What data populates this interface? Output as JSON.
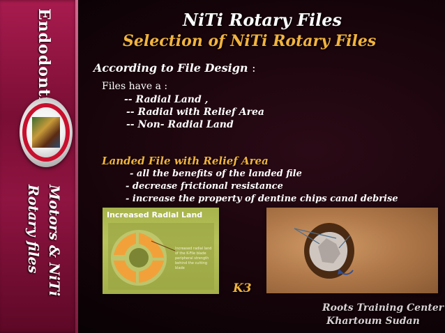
{
  "sidebar": {
    "top_label": "Endodontic",
    "bottom_label_1": "Motors & NiTi",
    "bottom_label_2": "Rotary files"
  },
  "header": {
    "title": "NiTi  Rotary  Files",
    "subtitle": "Selection of  NiTi  Rotary Files"
  },
  "body": {
    "design_heading": "According to File Design",
    "design_colon": ":",
    "files_have": "Files have  a   :",
    "items": [
      "--  Radial Land ,",
      "-- Radial with Relief Area",
      "-- Non- Radial Land"
    ],
    "landed_heading": "Landed File with Relief Area",
    "benefits": [
      "- all the benefits of the landed file",
      "- decrease  frictional  resistance",
      "- increase the property of dentine chips canal debrise"
    ]
  },
  "figures": {
    "left_caption": "Increased Radial Land",
    "right_label": "K3"
  },
  "footer": {
    "line1": "Roots Training Center",
    "line2": "Khartoum Sudan"
  },
  "colors": {
    "sidebar": "#8f1441",
    "title": "#ffffff",
    "accent_gold": "#f2b33d",
    "background": "#1a050c"
  }
}
